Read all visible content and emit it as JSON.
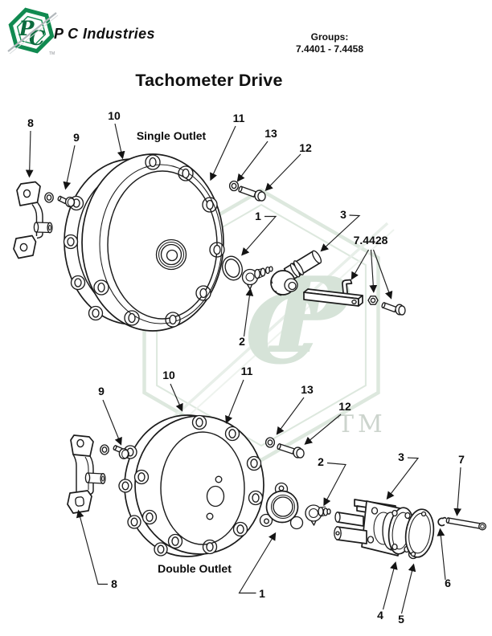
{
  "header": {
    "company": "P C Industries",
    "groups_label": "Groups:",
    "groups_range": "7.4401 - 7.4458",
    "logo": {
      "letter_p": "P",
      "letter_c": "C",
      "trademark": "TM"
    }
  },
  "title": "Tachometer Drive",
  "watermark": {
    "letter_p": "P",
    "letter_c": "C",
    "trademark": "TM"
  },
  "figures": {
    "single": {
      "caption": "Single Outlet",
      "callouts": [
        {
          "label": "8"
        },
        {
          "label": "9"
        },
        {
          "label": "10"
        },
        {
          "label": "11"
        },
        {
          "label": "13"
        },
        {
          "label": "12"
        },
        {
          "label": "1"
        },
        {
          "label": "2"
        },
        {
          "label": "3"
        },
        {
          "label": "7.4428"
        }
      ]
    },
    "double": {
      "caption": "Double Outlet",
      "callouts": [
        {
          "label": "9"
        },
        {
          "label": "10"
        },
        {
          "label": "11"
        },
        {
          "label": "13"
        },
        {
          "label": "12"
        },
        {
          "label": "2"
        },
        {
          "label": "3"
        },
        {
          "label": "7"
        },
        {
          "label": "8"
        },
        {
          "label": "1"
        },
        {
          "label": "6"
        },
        {
          "label": "4"
        },
        {
          "label": "5"
        }
      ]
    }
  },
  "colors": {
    "line": "#1c1c1c",
    "logo_green": "#108a50",
    "logo_green_dark": "#0c6b3e",
    "watermark_green": "#dde8de",
    "watermark_letters": "#d6e3d8",
    "watermark_tm": "#ccd4cd"
  }
}
